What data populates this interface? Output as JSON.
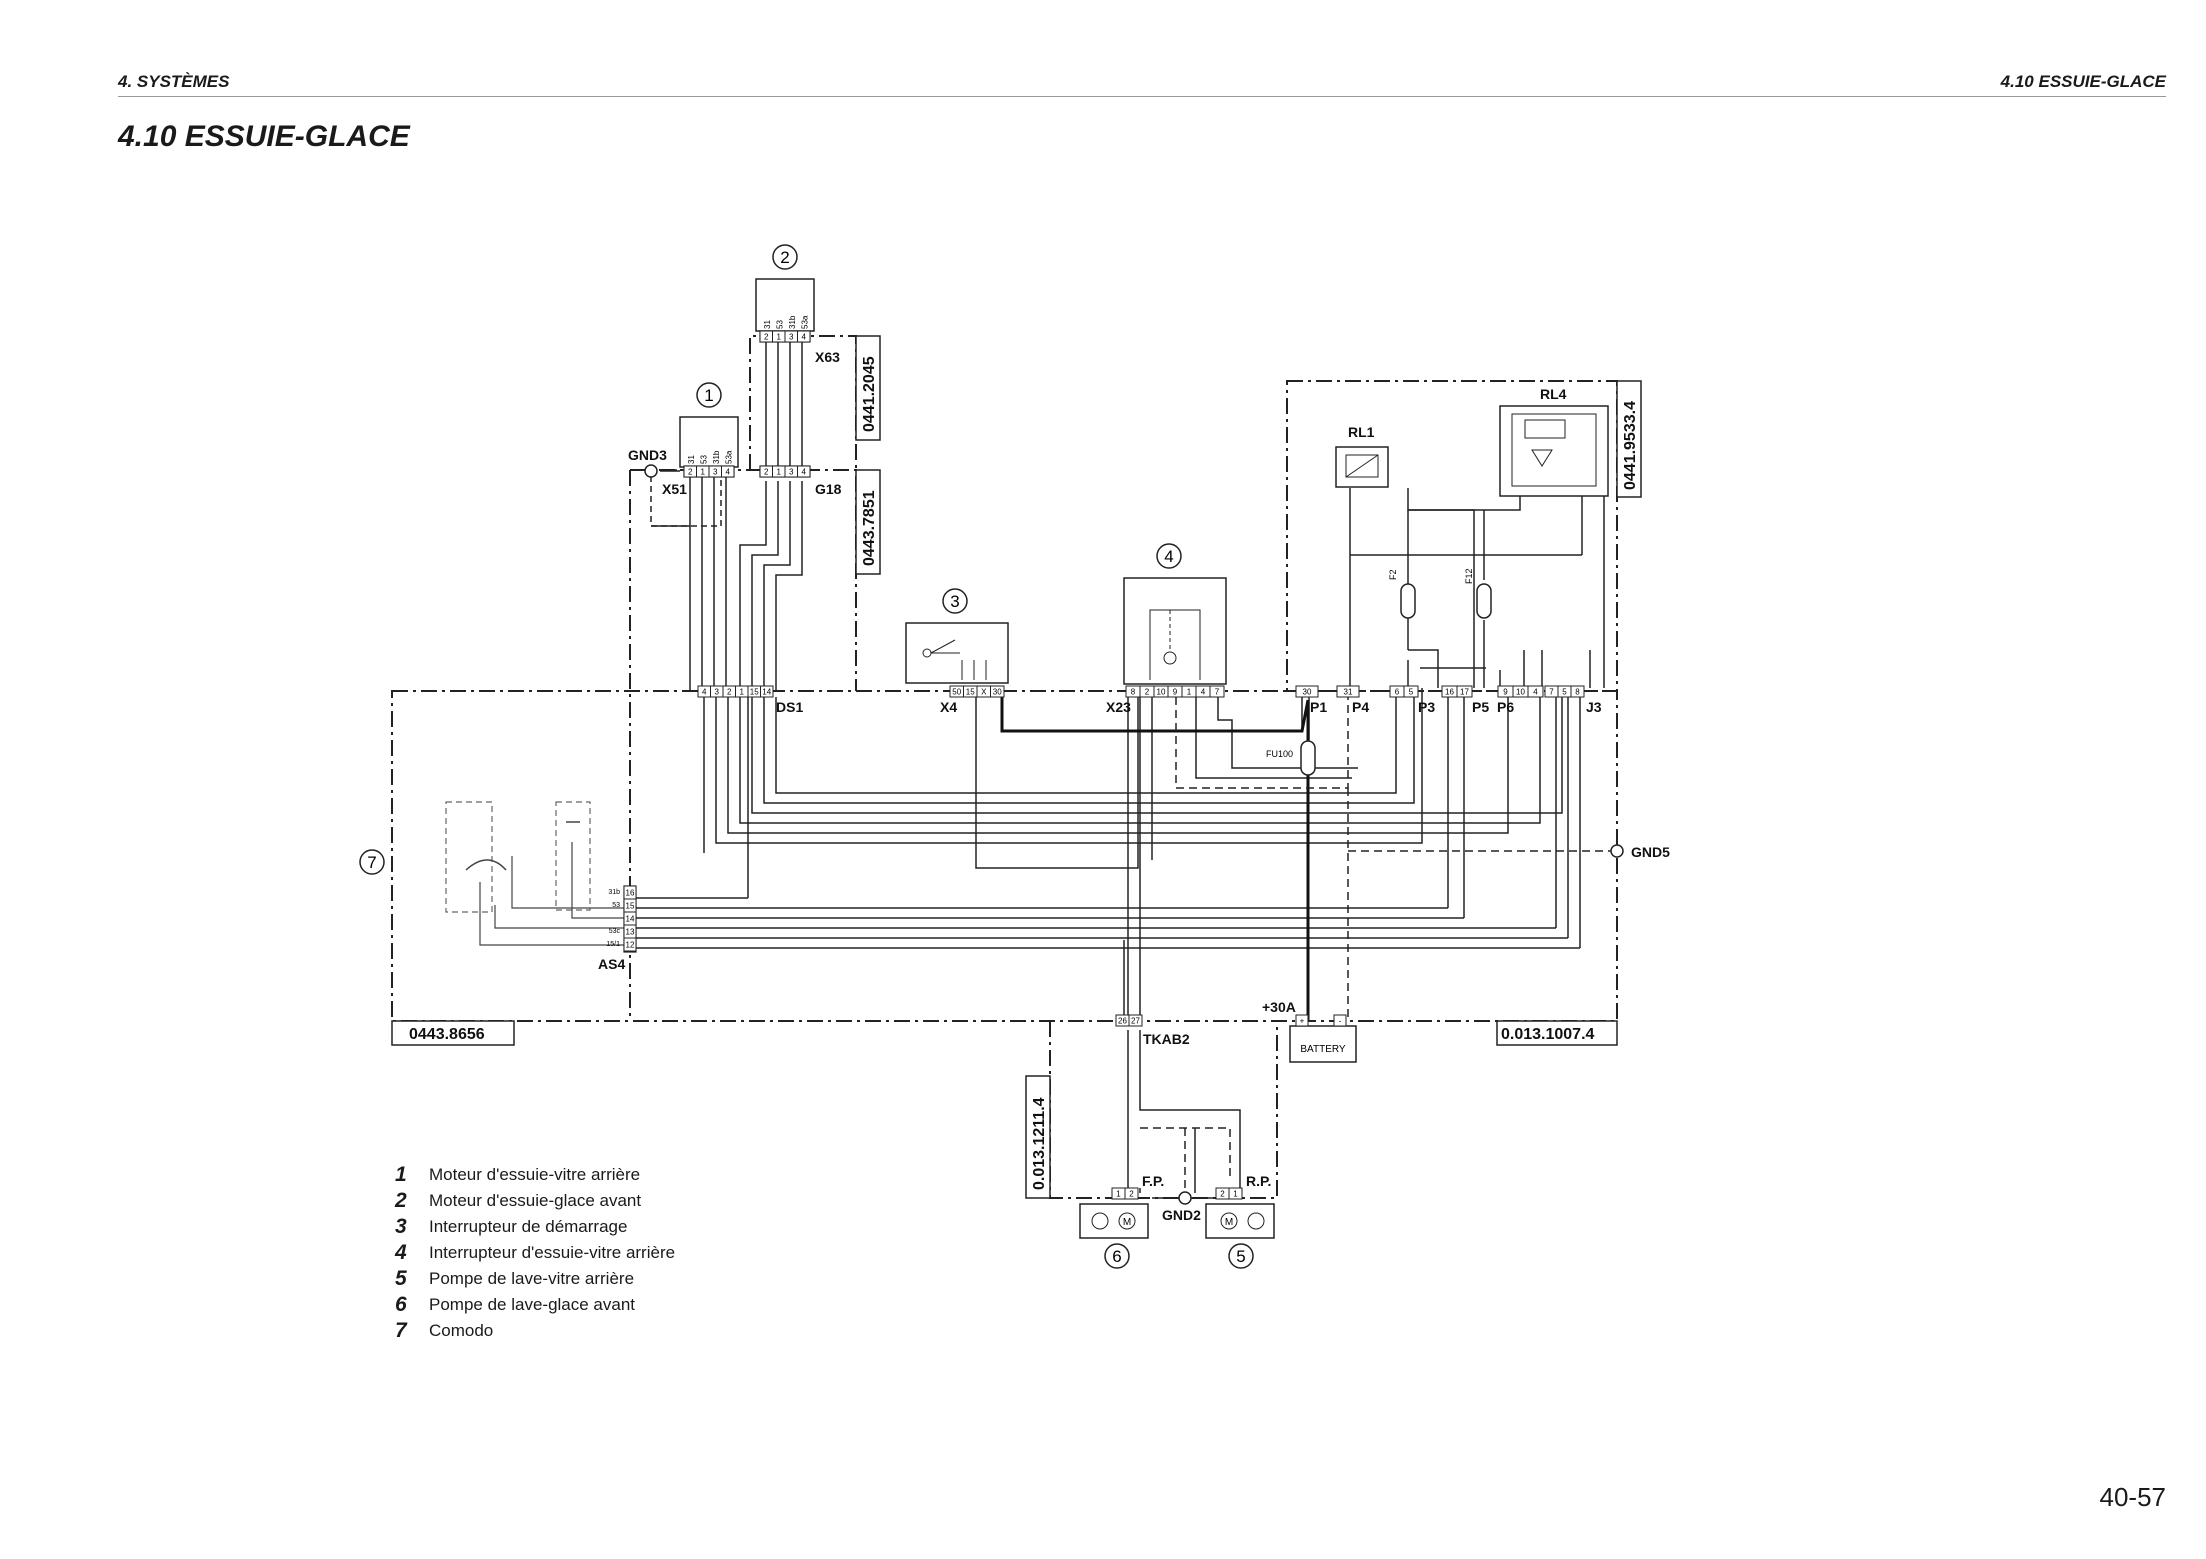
{
  "header": {
    "left": "4. SYSTÈMES",
    "right": "4.10 ESSUIE-GLACE"
  },
  "title": "4.10 ESSUIE-GLACE",
  "page_number": "40-57",
  "diagram": {
    "callouts": [
      "1",
      "2",
      "3",
      "4",
      "5",
      "6",
      "7"
    ],
    "connectors": {
      "x63": "X63",
      "x51": "X51",
      "g18": "G18",
      "gnd3": "GND3",
      "ds1": "DS1",
      "x4": "X4",
      "x23": "X23",
      "p1": "P1",
      "p4": "P4",
      "p3": "P3",
      "p5": "P5",
      "p6": "P6",
      "j3": "J3",
      "rl1": "RL1",
      "rl4": "RL4",
      "gnd5": "GND5",
      "as4": "AS4",
      "tkab2": "TKAB2",
      "plus30a": "+30A",
      "battery": "BATTERY",
      "fp": "F.P.",
      "rp": "R.P.",
      "gnd2": "GND2",
      "fu100": "FU100",
      "f2": "F2",
      "f12": "F12"
    },
    "harness_codes": {
      "c1": "0441.2045",
      "c2": "0443.7851",
      "c3": "0441.9533.4",
      "c4": "0443.8656",
      "c5": "0.013.1007.4",
      "c6": "0.013.1211.4"
    },
    "pins": {
      "motor": [
        "31",
        "53",
        "31b",
        "53a"
      ],
      "motor_num": [
        "2",
        "1",
        "3",
        "4"
      ],
      "ds1": [
        "4",
        "3",
        "2",
        "1",
        "15",
        "14"
      ],
      "x4": [
        "50",
        "15",
        "X",
        "30"
      ],
      "x23": [
        "8",
        "2",
        "10",
        "9",
        "1",
        "4",
        "7"
      ],
      "p1": [
        "30"
      ],
      "p4": [
        "31"
      ],
      "p3": [
        "6",
        "5"
      ],
      "p5": [
        "16",
        "17"
      ],
      "p6": [
        "9",
        "10",
        "4"
      ],
      "j3": [
        "7",
        "5",
        "8"
      ],
      "as4": [
        "16",
        "15",
        "14",
        "13",
        "12"
      ],
      "as4_labels": [
        "31b",
        "53",
        "",
        "53c",
        "15/1"
      ],
      "tkab2": [
        "26",
        "27"
      ],
      "fp": [
        "1",
        "2"
      ],
      "rp": [
        "2",
        "1"
      ],
      "battery": [
        "+",
        "-"
      ]
    }
  },
  "legend": [
    {
      "num": "1",
      "text": "Moteur d'essuie-vitre arrière"
    },
    {
      "num": "2",
      "text": "Moteur d'essuie-glace avant"
    },
    {
      "num": "3",
      "text": "Interrupteur de démarrage"
    },
    {
      "num": "4",
      "text": "Interrupteur d'essuie-vitre arrière"
    },
    {
      "num": "5",
      "text": "Pompe de lave-vitre arrière"
    },
    {
      "num": "6",
      "text": "Pompe de lave-glace avant"
    },
    {
      "num": "7",
      "text": "Comodo"
    }
  ]
}
